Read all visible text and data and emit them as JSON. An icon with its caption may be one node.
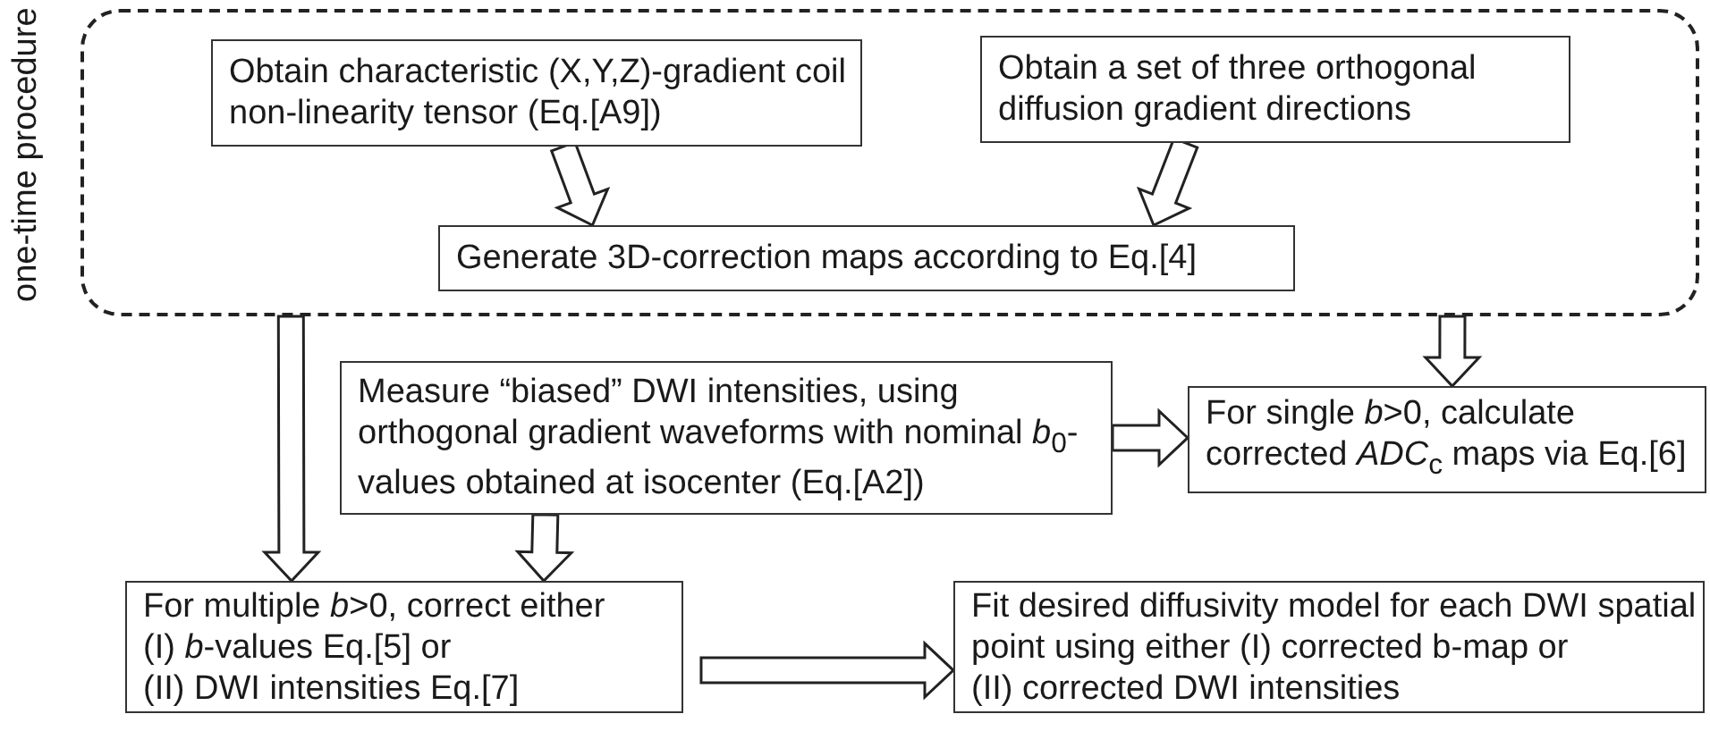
{
  "diagram": {
    "nodes": [
      {
        "text": [
          "one-time procedure"
        ]
      },
      {
        "text": [
          "Obtain characteristic (X,Y,Z)-gradient coil non-linearity tensor (Eq.[A9])"
        ],
        "in": 0
      },
      {
        "text": [
          "Obtain a set of three orthogonal diffusion gradient directions"
        ],
        "in": 0
      },
      {
        "text": [
          "Generate 3D-correction maps according to Eq.[4]"
        ],
        "in": 0
      },
      {
        "text": [
          "Measure “biased” DWI intensities, using orthogonal gradient waveforms with nominal *b*$_{0}$-values obtained at isocenter (Eq.[A2])"
        ]
      },
      {
        "text": [
          "For single *b*>0, calculate corrected *ADC*$_{c}$ maps via Eq.[6]"
        ]
      },
      {
        "text": [
          "For multiple *b*>0, correct either",
          "(I) *b*-values Eq.[5] or",
          "(II) DWI intensities Eq.[7]"
        ]
      },
      {
        "text": [
          "Fit desired diffusivity model for each DWI spatial",
          "point using either (I) corrected b-map or",
          "(II) corrected DWI intensities"
        ]
      }
    ],
    "edges": [
      {
        "from": 1,
        "to": 3,
        "arrow": "to"
      },
      {
        "from": 2,
        "to": 3,
        "arrow": "to"
      },
      {
        "from": 0,
        "to": 6,
        "arrow": "to"
      },
      {
        "from": 0,
        "to": 5,
        "arrow": "to"
      },
      {
        "from": 4,
        "to": 5,
        "arrow": "to"
      },
      {
        "from": 4,
        "to": 6,
        "arrow": "to"
      },
      {
        "from": 6,
        "to": 7,
        "arrow": "to"
      }
    ]
  }
}
